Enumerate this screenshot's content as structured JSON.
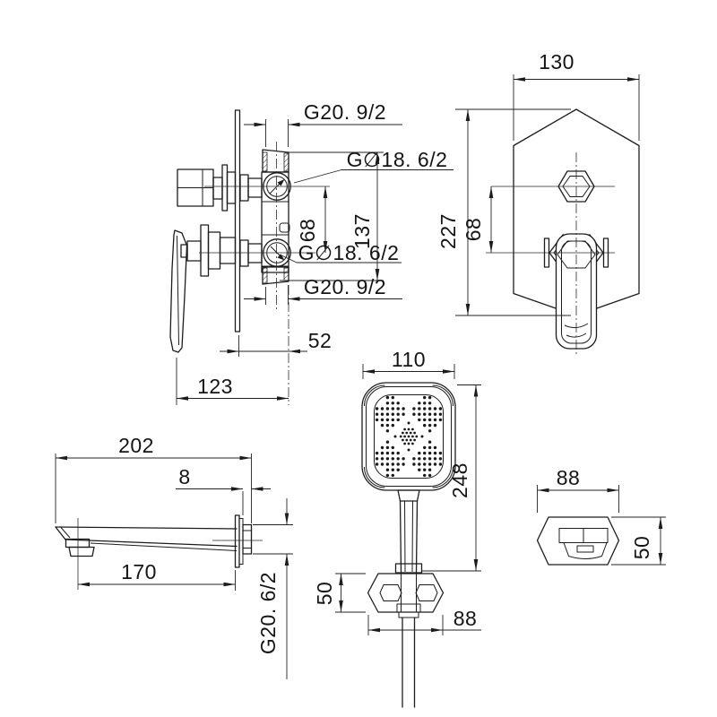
{
  "views": {
    "mixer_side": {
      "thread_top": "G20. 9/2",
      "outlet_upper": "G∅18. 6/2",
      "port_spacing": "68",
      "body_height": "137",
      "outlet_lower": "G∅18. 6/2",
      "thread_bottom": "G20. 9/2",
      "body_depth": "52",
      "total_depth": "123"
    },
    "trim_front": {
      "plate_width": "130",
      "plate_height": "227",
      "handle_spacing": "68"
    },
    "hand_shower": {
      "head_width": "110",
      "total_length": "248",
      "bracket_height": "50",
      "bracket_width": "88"
    },
    "spout": {
      "total_length": "202",
      "flange_offset": "8",
      "reach": "170",
      "thread": "G20. 6/2"
    },
    "wall_bracket": {
      "width": "88",
      "height": "50"
    }
  },
  "colors": {
    "line": "#1c1c1c",
    "background": "#ffffff"
  }
}
